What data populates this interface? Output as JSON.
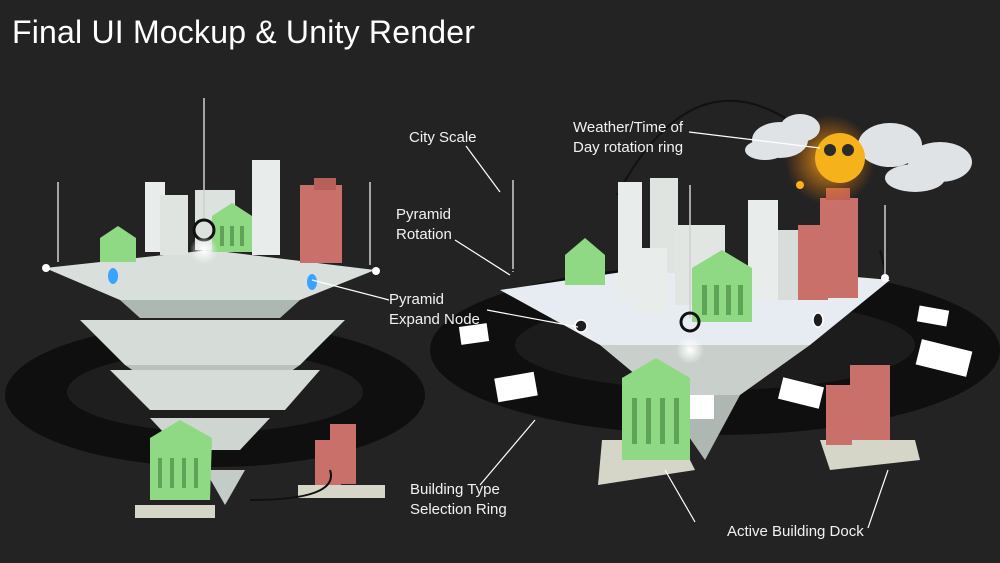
{
  "title": "Final UI Mockup & Unity Render",
  "labels": {
    "city_scale": "City Scale",
    "weather_line1": "Weather/Time of",
    "weather_line2": "Day rotation ring",
    "pyramid_rotation_line1": "Pyramid",
    "pyramid_rotation_line2": "Rotation",
    "pyramid_expand_line1": "Pyramid",
    "pyramid_expand_line2": "Expand Node",
    "building_ring_line1": "Building Type",
    "building_ring_line2": "Selection Ring",
    "active_dock": "Active Building Dock"
  },
  "colors": {
    "background": "#232323",
    "platform": "#d9e0dc",
    "tower": "#e4e8e6",
    "green_building": "#8fd884",
    "red_building": "#c9706a",
    "ring": "#0f0f0f",
    "node_blue": "#3aa3ff",
    "sun": "#f5b21b",
    "cloud": "#dfe3e5"
  },
  "icons": [
    "building-type-icon",
    "factory-icon",
    "office-icon",
    "residential-icon",
    "sun-icon",
    "cloud-icon"
  ]
}
